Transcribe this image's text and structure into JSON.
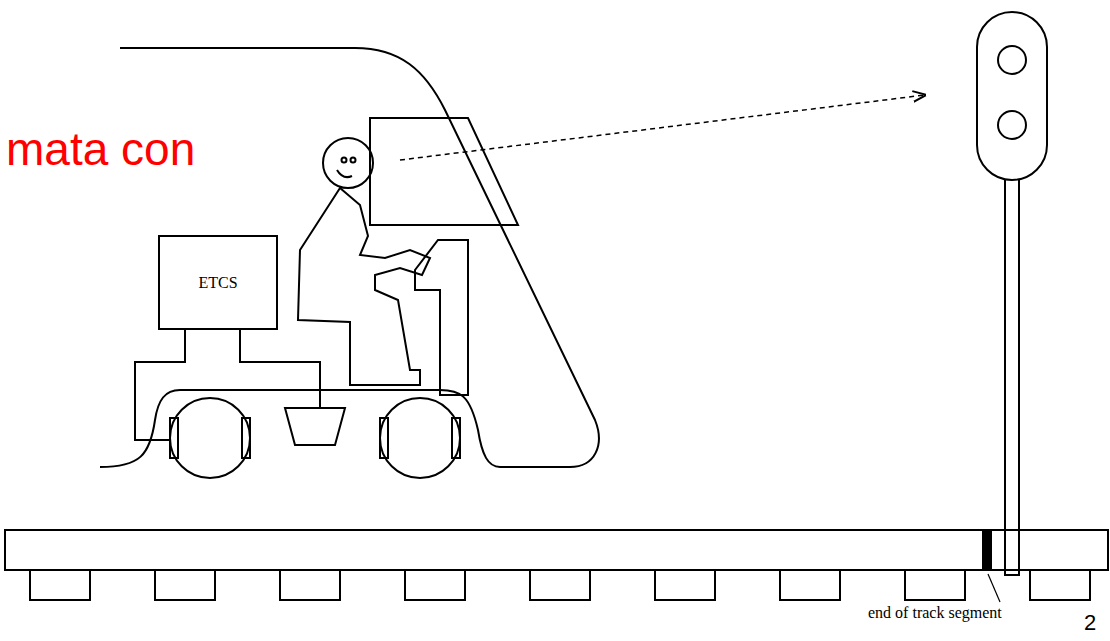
{
  "diagram": {
    "nodes": [
      {
        "text": [
          "ETCS"
        ]
      }
    ],
    "labels": [
      "mata con",
      "end of track segment",
      "2"
    ]
  }
}
